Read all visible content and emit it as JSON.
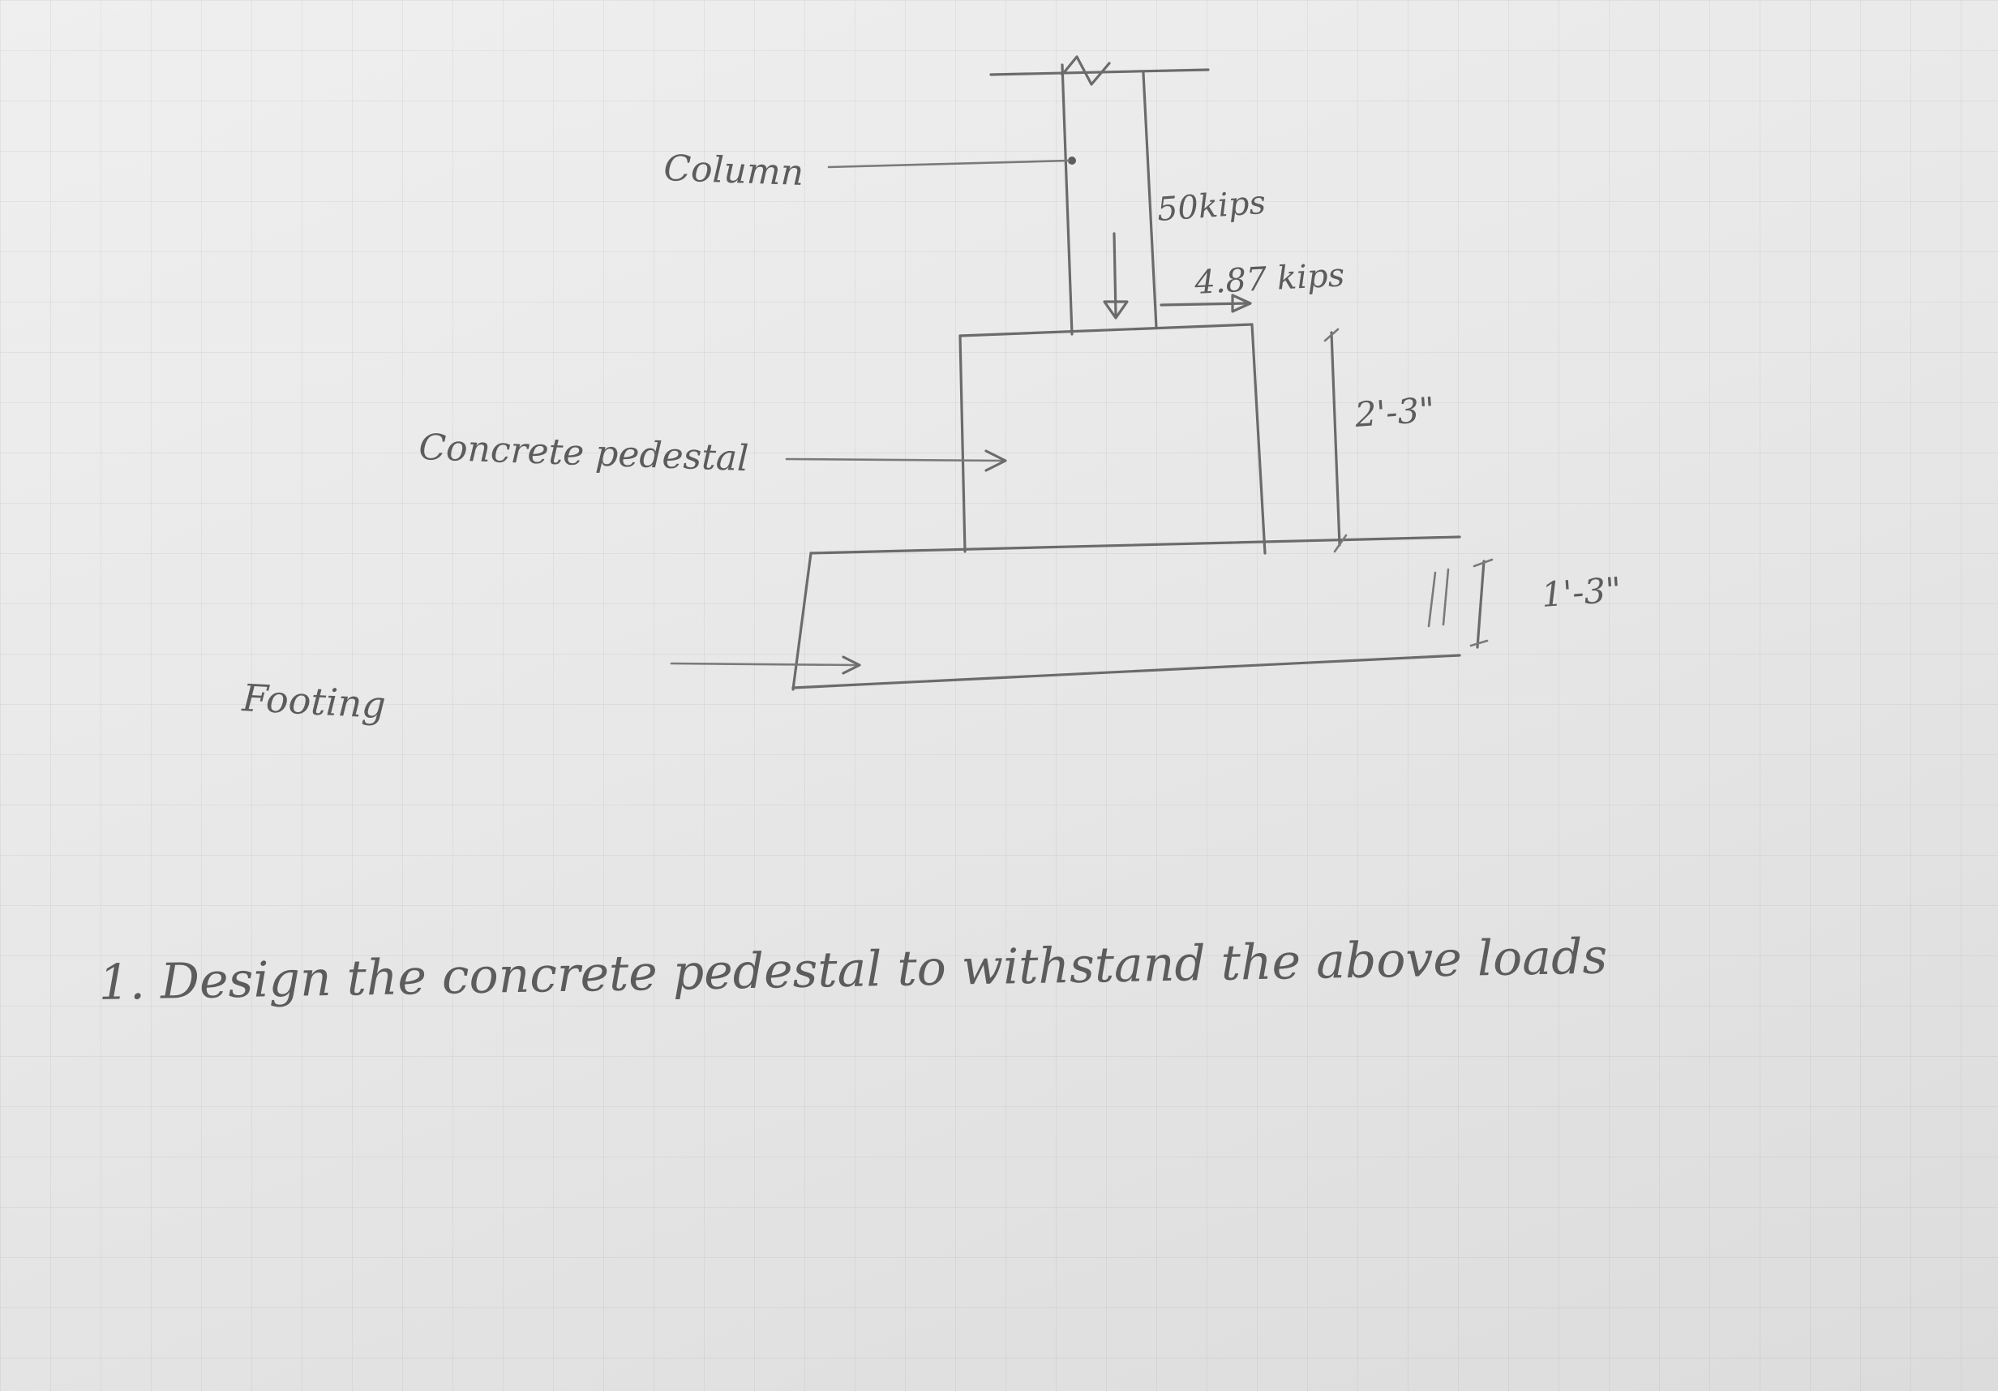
{
  "labels": {
    "column": "Column",
    "axial_load": "50kips",
    "lateral_load": "4.87 kips",
    "pedestal": "Concrete pedestal",
    "pedestal_height": "2'-3\"",
    "footing": "Footing",
    "footing_thickness": "1'-3\""
  },
  "question": "1. Design the concrete pedestal to withstand the above loads"
}
